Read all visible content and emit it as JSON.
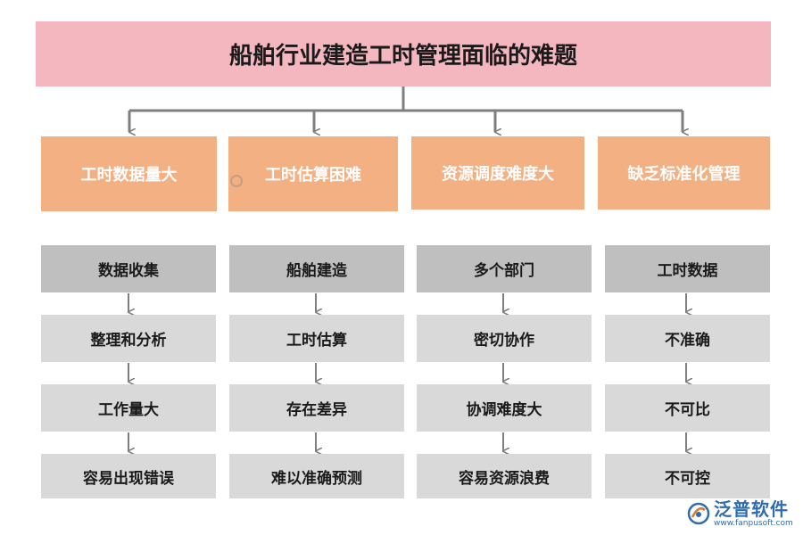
{
  "title": "船舶行业建造工时管理面临的难题",
  "columns": [
    {
      "category": "工时数据量大",
      "steps": [
        "数据收集",
        "整理和分析",
        "工作量大",
        "容易出现错误"
      ]
    },
    {
      "category": "工时估算困难",
      "steps": [
        "船舶建造",
        "工时估算",
        "存在差异",
        "难以准确预测"
      ]
    },
    {
      "category": "资源调度难度大",
      "steps": [
        "多个部门",
        "密切协作",
        "协调难度大",
        "容易资源浪费"
      ]
    },
    {
      "category": "缺乏标准化管理",
      "steps": [
        "工时数据",
        "不准确",
        "不可比",
        "不可控"
      ]
    }
  ],
  "watermark": {
    "name": "泛普软件",
    "url": "www.fanpusoft.com"
  },
  "colors": {
    "title_bg": "#f4b6bf",
    "category_bg": "#f3b083",
    "first_step_bg": "#bfbfbf",
    "step_bg": "#d9d9d9",
    "connector": "#7f7f7f",
    "logo": "#2e6db4"
  }
}
